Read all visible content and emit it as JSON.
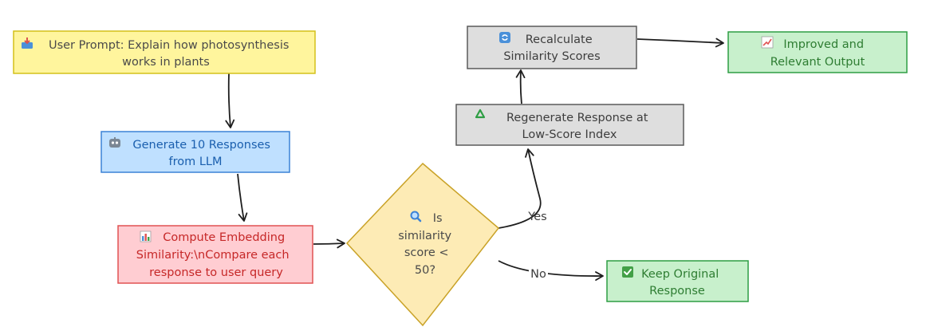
{
  "diagram": {
    "nodes": {
      "user_prompt": {
        "icon": "inbox-tray-icon",
        "lines": [
          "User Prompt: Explain how photosynthesis",
          "works in plants"
        ],
        "fill": "#fff59d",
        "stroke": "#d4c01a",
        "text_color": "#4a4a4a"
      },
      "generate": {
        "icon": "robot-icon",
        "lines": [
          "Generate 10 Responses",
          "from LLM"
        ],
        "fill": "#bfe0ff",
        "stroke": "#3b82d6",
        "text_color": "#1a5fae"
      },
      "compute": {
        "icon": "bar-chart-icon",
        "lines": [
          "Compute Embedding",
          "Similarity:\\nCompare each",
          "response to user query"
        ],
        "fill": "#ffcdd2",
        "stroke": "#e05252",
        "text_color": "#c62828"
      },
      "decision": {
        "icon": "magnifier-icon",
        "lines": [
          "Is",
          "similarity",
          "score <",
          "50?"
        ],
        "fill": "#fdebb5",
        "stroke": "#c9a227",
        "text_color": "#4a4a4a"
      },
      "regenerate": {
        "icon": "recycle-icon",
        "lines": [
          "Regenerate Response at",
          "Low-Score Index"
        ],
        "fill": "#dedede",
        "stroke": "#5a5a5a",
        "text_color": "#3d3d3d"
      },
      "recalculate": {
        "icon": "refresh-icon",
        "lines": [
          "Recalculate",
          "Similarity Scores"
        ],
        "fill": "#dedede",
        "stroke": "#5a5a5a",
        "text_color": "#3d3d3d"
      },
      "improved": {
        "icon": "chart-increasing-icon",
        "lines": [
          "Improved and",
          "Relevant Output"
        ],
        "fill": "#c8f0cc",
        "stroke": "#2e9e44",
        "text_color": "#2e7d32"
      },
      "keep": {
        "icon": "check-mark-button-icon",
        "lines": [
          "Keep Original",
          "Response"
        ],
        "fill": "#c8f0cc",
        "stroke": "#2e9e44",
        "text_color": "#2e7d32"
      }
    },
    "edge_labels": {
      "yes": "Yes",
      "no": "No"
    },
    "colors": {
      "edge": "#1e1e1e"
    }
  }
}
